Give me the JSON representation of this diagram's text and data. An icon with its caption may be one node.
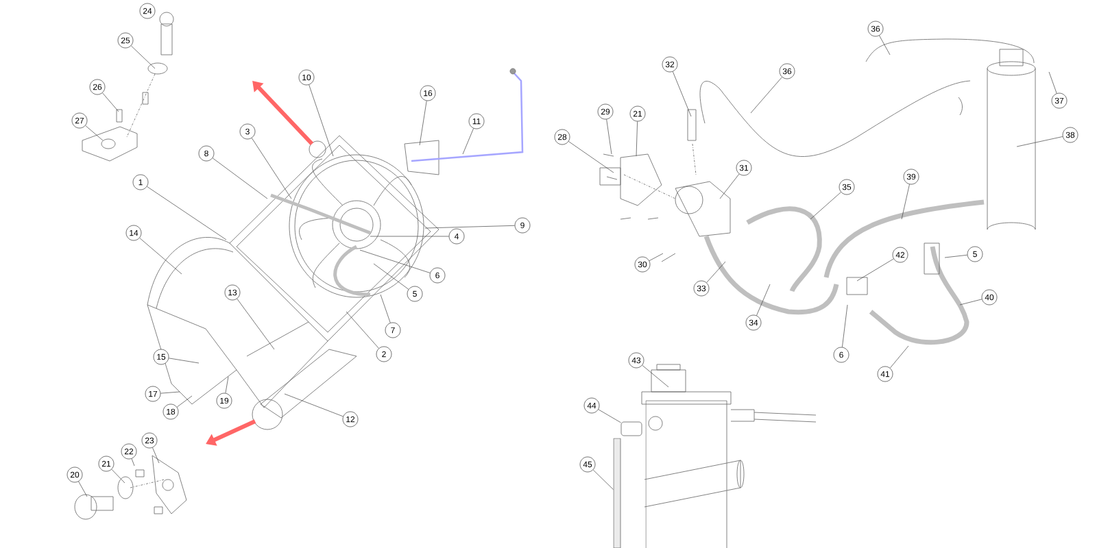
{
  "diagram": {
    "nodes": [
      {
        "text": [
          "24"
        ]
      },
      {
        "text": [
          "25"
        ]
      },
      {
        "text": [
          "26"
        ]
      },
      {
        "text": [
          "27"
        ]
      },
      {
        "text": [
          "10"
        ]
      },
      {
        "text": [
          "16"
        ]
      },
      {
        "text": [
          "11"
        ]
      },
      {
        "text": [
          "3"
        ]
      },
      {
        "text": [
          "8"
        ]
      },
      {
        "text": [
          "1"
        ]
      },
      {
        "text": [
          "9"
        ]
      },
      {
        "text": [
          "4"
        ]
      },
      {
        "text": [
          "14"
        ]
      },
      {
        "text": [
          "6"
        ]
      },
      {
        "text": [
          "5"
        ]
      },
      {
        "text": [
          "13"
        ]
      },
      {
        "text": [
          "7"
        ]
      },
      {
        "text": [
          "2"
        ]
      },
      {
        "text": [
          "15"
        ]
      },
      {
        "text": [
          "17"
        ]
      },
      {
        "text": [
          "19"
        ]
      },
      {
        "text": [
          "18"
        ]
      },
      {
        "text": [
          "12"
        ]
      },
      {
        "text": [
          "23"
        ]
      },
      {
        "text": [
          "22"
        ]
      },
      {
        "text": [
          "21"
        ]
      },
      {
        "text": [
          "20"
        ]
      },
      {
        "text": [
          "36"
        ]
      },
      {
        "text": [
          "32"
        ]
      },
      {
        "text": [
          "36"
        ]
      },
      {
        "text": [
          "29"
        ]
      },
      {
        "text": [
          "21"
        ]
      },
      {
        "text": [
          "28"
        ]
      },
      {
        "text": [
          "31"
        ]
      },
      {
        "text": [
          "37"
        ]
      },
      {
        "text": [
          "38"
        ]
      },
      {
        "text": [
          "39"
        ]
      },
      {
        "text": [
          "35"
        ]
      },
      {
        "text": [
          "5"
        ]
      },
      {
        "text": [
          "42"
        ]
      },
      {
        "text": [
          "30"
        ]
      },
      {
        "text": [
          "33"
        ]
      },
      {
        "text": [
          "40"
        ]
      },
      {
        "text": [
          "34"
        ]
      },
      {
        "text": [
          "6"
        ]
      },
      {
        "text": [
          "41"
        ]
      },
      {
        "text": [
          "43"
        ]
      },
      {
        "text": [
          "44"
        ]
      },
      {
        "text": [
          "45"
        ]
      },
      {
        "text": [],
        "shape": "box"
      },
      {
        "text": [],
        "shape": "bar"
      }
    ],
    "edges": [
      {
        "from": 1,
        "to": null,
        "arrow": "none"
      },
      {
        "from": 2,
        "to": null,
        "arrow": "none"
      },
      {
        "from": 3,
        "to": null,
        "arrow": "none"
      },
      {
        "from": 4,
        "to": null,
        "arrow": "none"
      },
      {
        "from": 5,
        "to": null,
        "arrow": "none"
      },
      {
        "from": 6,
        "to": null,
        "arrow": "none"
      },
      {
        "from": 7,
        "to": null,
        "arrow": "none"
      },
      {
        "from": 8,
        "to": null,
        "arrow": "none"
      },
      {
        "from": 9,
        "to": null,
        "arrow": "none"
      },
      {
        "from": 10,
        "to": null,
        "arrow": "none"
      },
      {
        "from": 11,
        "to": null,
        "arrow": "none"
      },
      {
        "from": 12,
        "to": null,
        "arrow": "none"
      },
      {
        "from": 13,
        "to": null,
        "arrow": "none"
      },
      {
        "from": 14,
        "to": null,
        "arrow": "none"
      },
      {
        "from": 15,
        "to": null,
        "arrow": "none"
      },
      {
        "from": 16,
        "to": null,
        "arrow": "none"
      },
      {
        "from": 17,
        "to": null,
        "arrow": "none"
      },
      {
        "from": 18,
        "to": null,
        "arrow": "none"
      },
      {
        "from": 19,
        "to": null,
        "arrow": "none"
      },
      {
        "from": 20,
        "to": null,
        "arrow": "none"
      },
      {
        "from": 21,
        "to": null,
        "arrow": "none"
      },
      {
        "from": 22,
        "to": null,
        "arrow": "none"
      },
      {
        "from": 23,
        "to": null,
        "arrow": "none"
      },
      {
        "from": 24,
        "to": null,
        "arrow": "none"
      },
      {
        "from": 25,
        "to": null,
        "arrow": "none"
      },
      {
        "from": 26,
        "to": null,
        "arrow": "none"
      },
      {
        "from": 27,
        "to": null,
        "arrow": "none"
      },
      {
        "from": 28,
        "to": null,
        "arrow": "none"
      },
      {
        "from": 29,
        "to": null,
        "arrow": "none"
      },
      {
        "from": 30,
        "to": null,
        "arrow": "none"
      },
      {
        "from": 31,
        "to": null,
        "arrow": "none"
      },
      {
        "from": 32,
        "to": null,
        "arrow": "none"
      },
      {
        "from": 33,
        "to": null,
        "arrow": "none"
      },
      {
        "from": 34,
        "to": null,
        "arrow": "none"
      },
      {
        "from": 35,
        "to": null,
        "arrow": "none"
      },
      {
        "from": 36,
        "to": null,
        "arrow": "none"
      },
      {
        "from": 37,
        "to": null,
        "arrow": "none"
      },
      {
        "from": 38,
        "to": null,
        "arrow": "none"
      },
      {
        "from": 39,
        "to": null,
        "arrow": "none"
      },
      {
        "from": 40,
        "to": null,
        "arrow": "none"
      },
      {
        "from": 41,
        "to": null,
        "arrow": "none"
      },
      {
        "from": 42,
        "to": null,
        "arrow": "none"
      },
      {
        "from": 43,
        "to": null,
        "arrow": "none"
      },
      {
        "from": 44,
        "to": null,
        "arrow": "none"
      },
      {
        "from": 45,
        "to": null,
        "arrow": "none"
      },
      {
        "from": 46,
        "to": null,
        "arrow": "none"
      },
      {
        "from": 47,
        "to": 49,
        "arrow": "none"
      },
      {
        "from": 48,
        "to": 50,
        "arrow": "none"
      }
    ]
  }
}
